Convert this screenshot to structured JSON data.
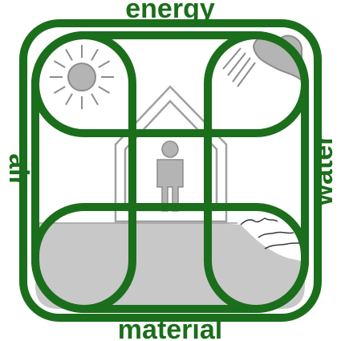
{
  "labels": {
    "top": "energy",
    "bottom": "material",
    "left": "air",
    "right": "water"
  },
  "colors": {
    "frame": "#1b6e1b",
    "fill_gray": "#c8c8c8",
    "stroke_gray": "#a0a0a0",
    "icon_gray": "#b4b4b4",
    "background": "#ffffff"
  },
  "icons": {
    "sun": "sun-icon",
    "rain": "rain-cloud-icon",
    "house": "house-icon",
    "person": "person-icon",
    "waves": "waves-icon"
  }
}
